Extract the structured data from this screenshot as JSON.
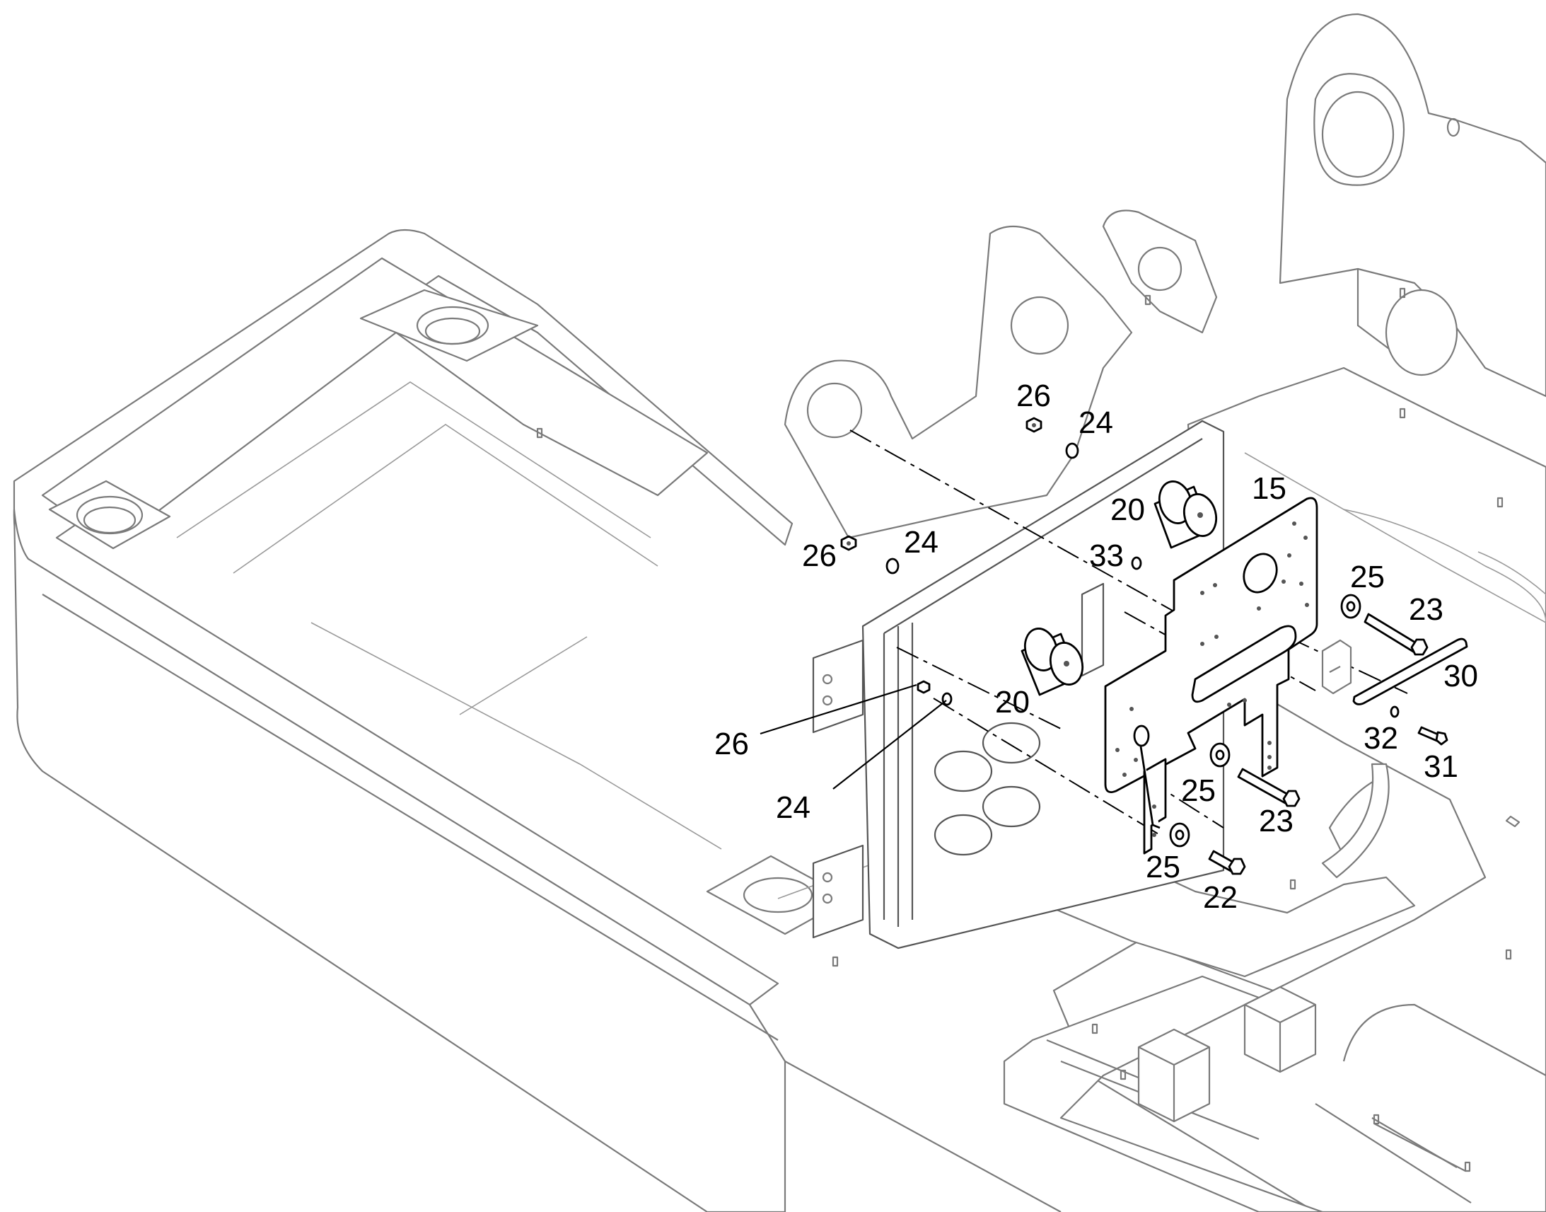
{
  "diagram": {
    "type": "exploded parts drawing",
    "callouts": {
      "c15": "15",
      "c20a": "20",
      "c20b": "20",
      "c22": "22",
      "c23a": "23",
      "c23b": "23",
      "c24a": "24",
      "c24b": "24",
      "c24c": "24",
      "c25a": "25",
      "c25b": "25",
      "c25c": "25",
      "c26a": "26",
      "c26b": "26",
      "c26c": "26",
      "c30": "30",
      "c31": "31",
      "c32": "32",
      "c33": "33"
    }
  }
}
